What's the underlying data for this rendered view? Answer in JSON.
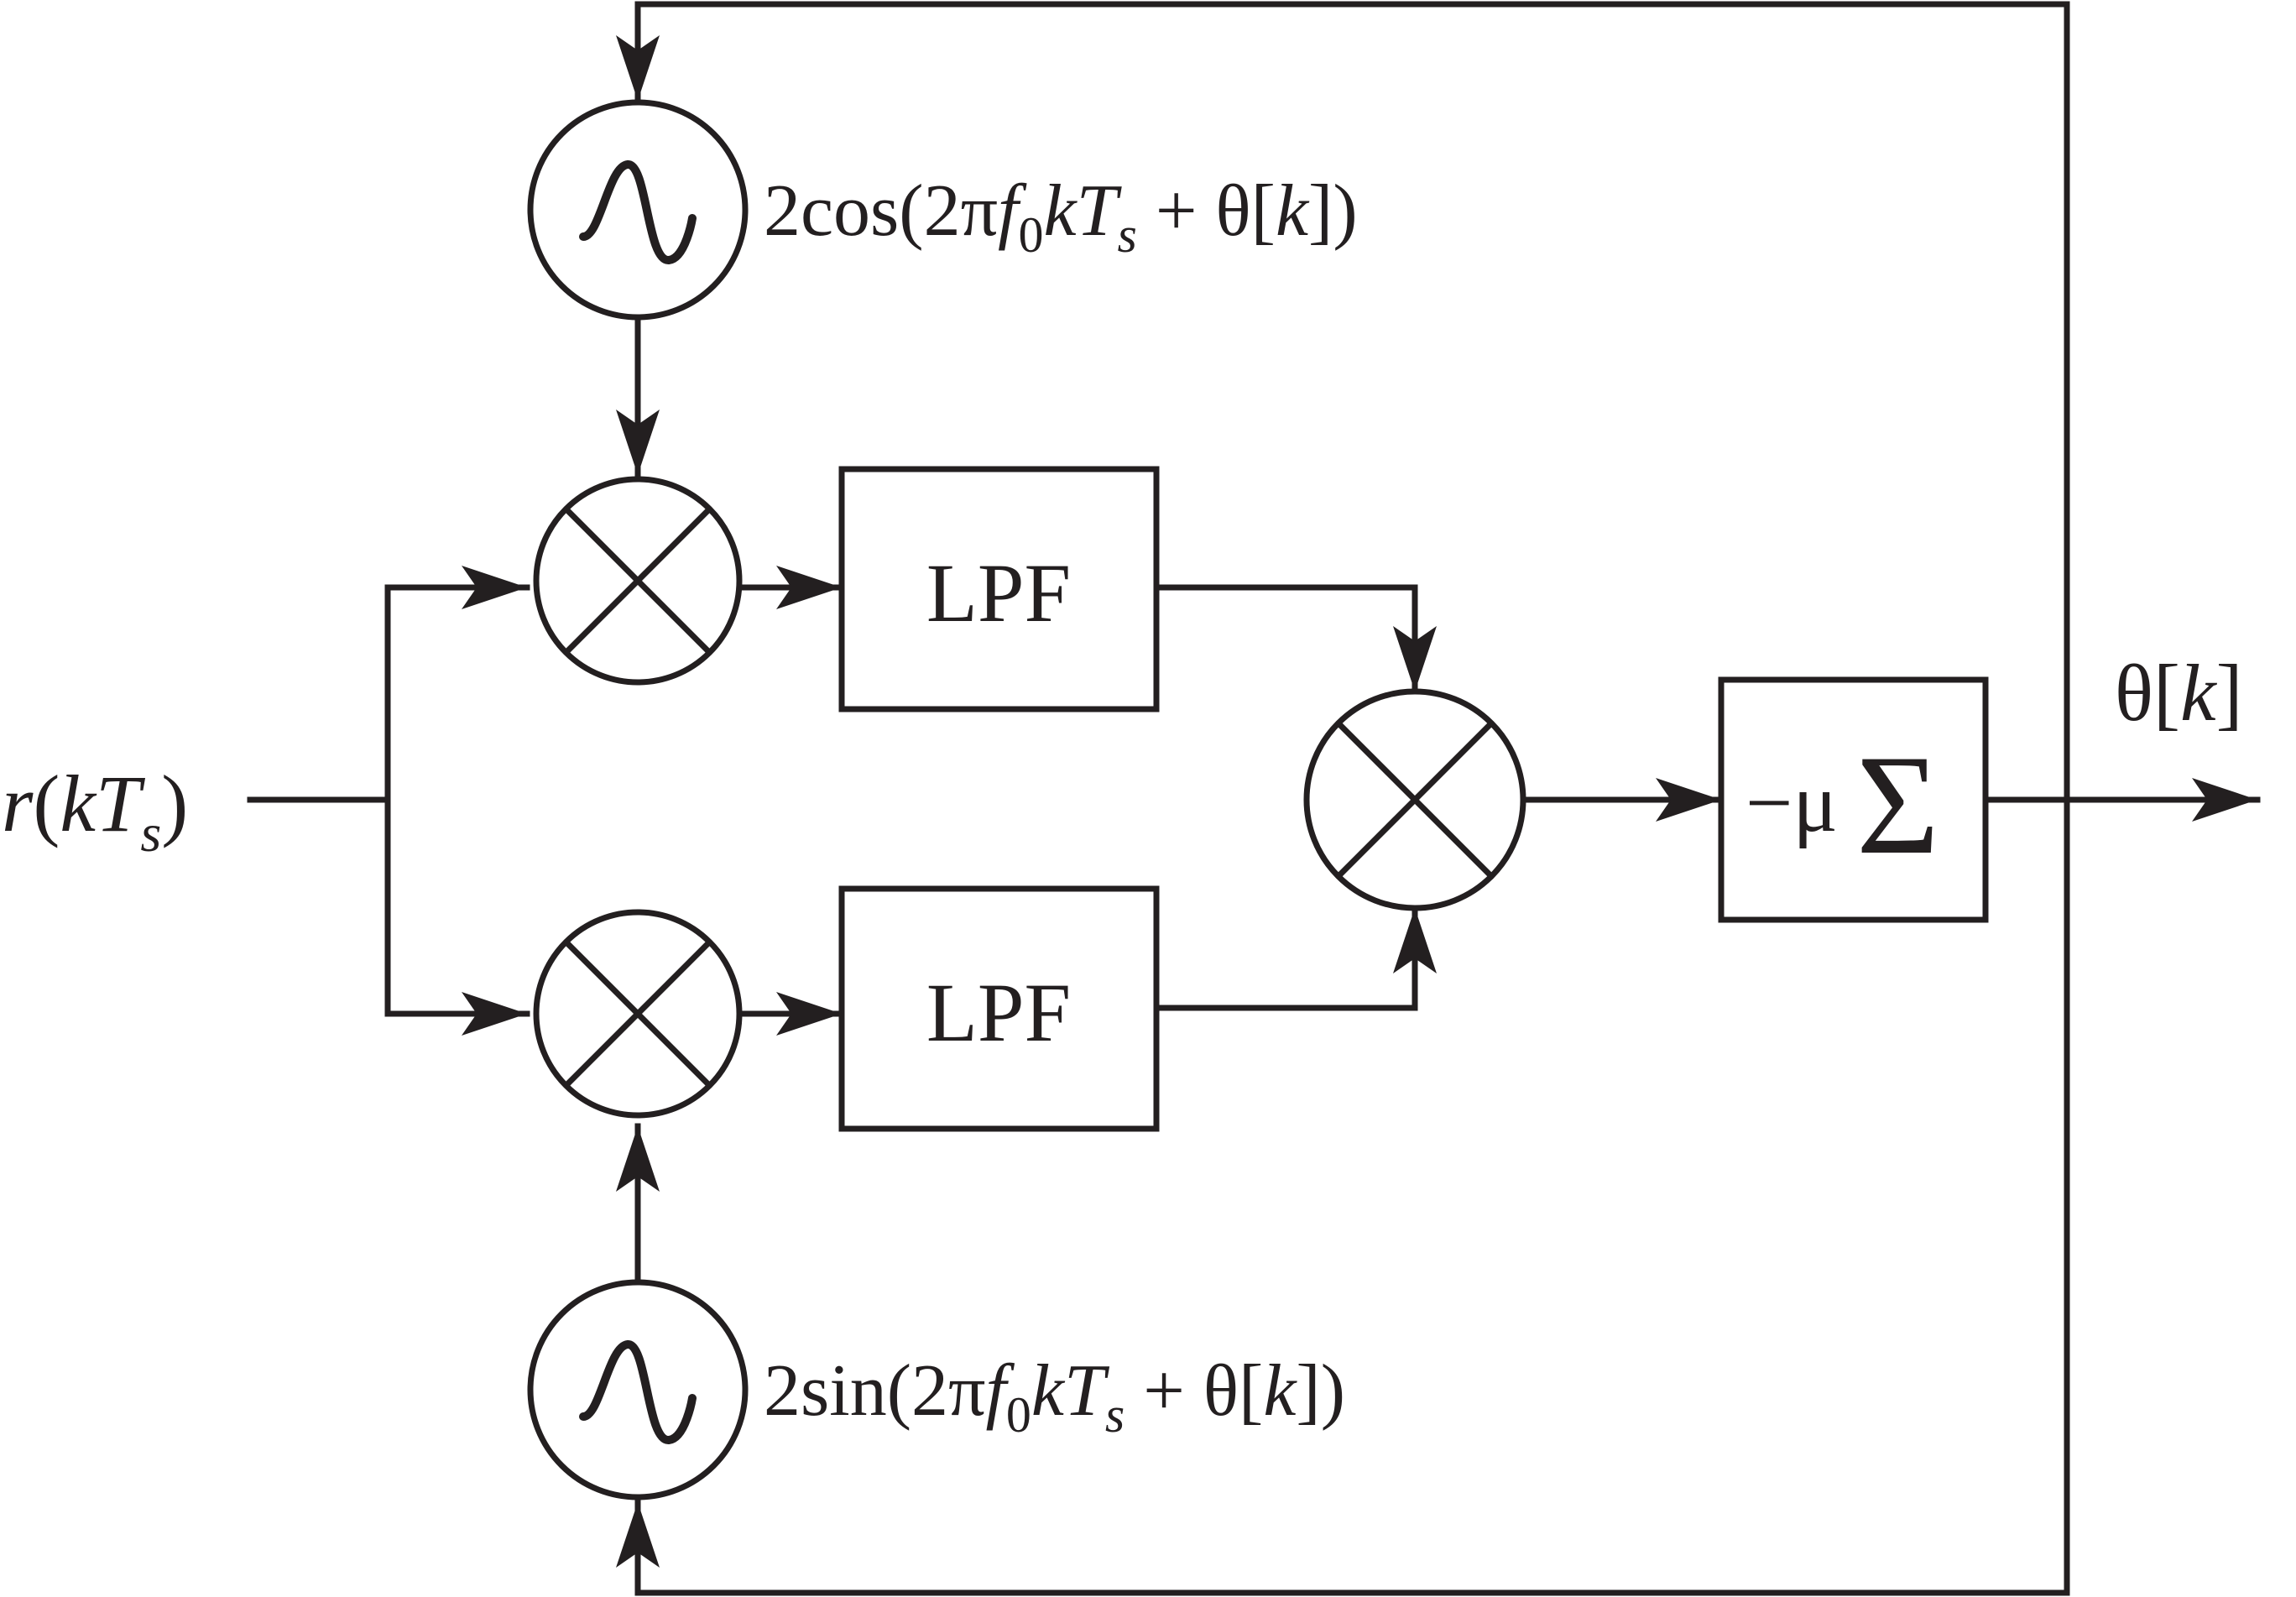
{
  "diagram": {
    "input": {
      "var": "r",
      "open": "(",
      "k": "k",
      "T": "T",
      "sub": "s",
      "close": ")"
    },
    "output": {
      "theta": "θ",
      "open": "[",
      "k": "k",
      "close": "]"
    },
    "cos_oscillator": {
      "prefix": "2cos(2π",
      "f": "f",
      "f_sub": "0",
      "k": "k",
      "T": "T",
      "T_sub": "s",
      "plus": " + θ[",
      "k2": "k",
      "close": "])"
    },
    "sin_oscillator": {
      "prefix": "2sin(2π",
      "f": "f",
      "f_sub": "0",
      "k": "k",
      "T": "T",
      "T_sub": "s",
      "plus": " + θ[",
      "k2": "k",
      "close": "])"
    },
    "lpf_top": "LPF",
    "lpf_bottom": "LPF",
    "accumulator": {
      "gain": "−μ",
      "sum": "Σ"
    }
  },
  "colors": {
    "ink": "#231f20",
    "background": "#ffffff"
  },
  "icons": {
    "oscillator": "sine-wave-in-circle",
    "mixer": "x-in-circle",
    "arrow": "filled-arrowhead"
  }
}
